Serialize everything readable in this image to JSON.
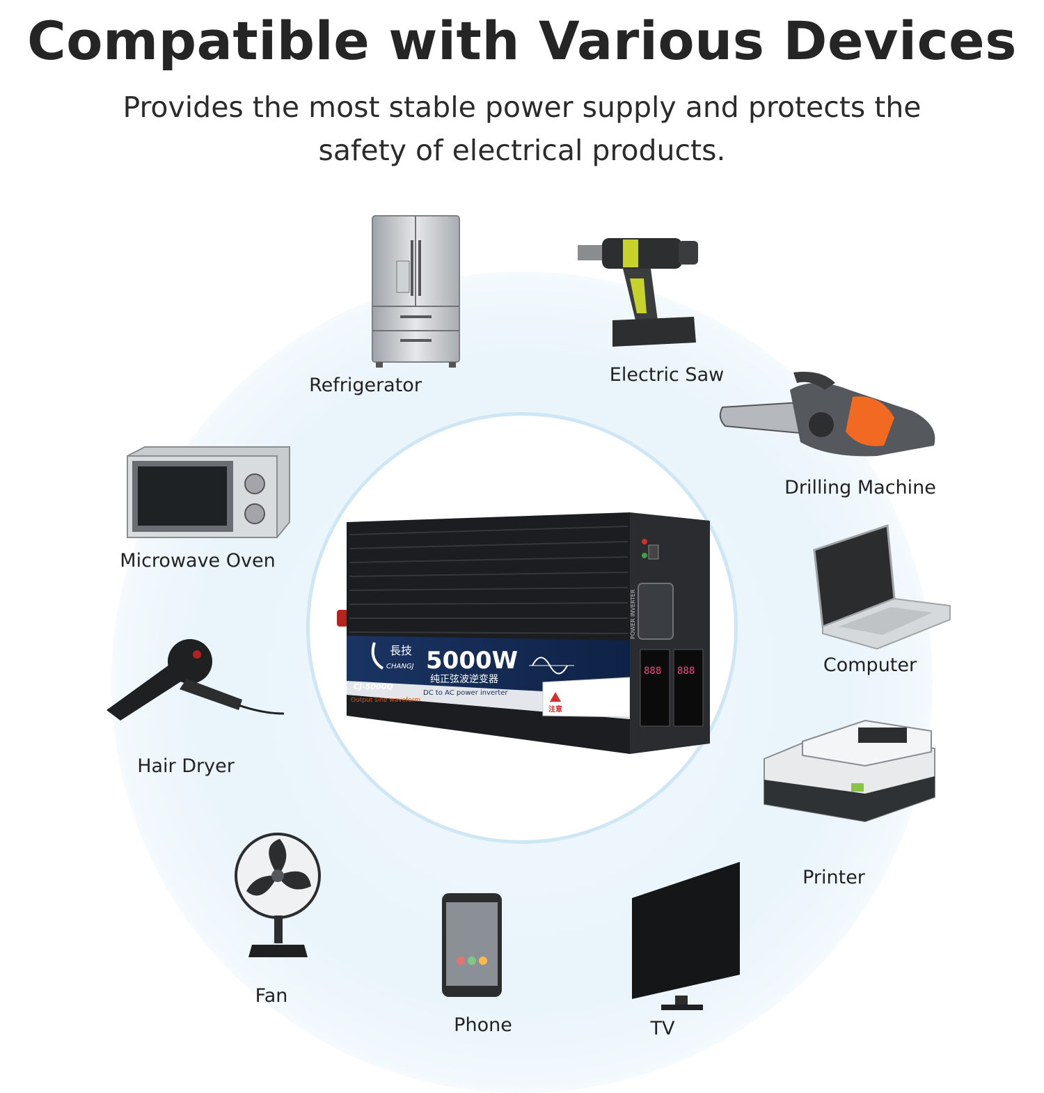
{
  "header": {
    "title": "Compatible with Various Devices",
    "subtitle_line1": "Provides the most stable power supply and protects the",
    "subtitle_line2": "safety of electrical products."
  },
  "devices": {
    "refrigerator": "Refrigerator",
    "electric_saw": "Electric Saw",
    "drilling_machine": "Drilling Machine",
    "microwave_oven": "Microwave Oven",
    "computer": "Computer",
    "hair_dryer": "Hair Dryer",
    "printer": "Printer",
    "fan": "Fan",
    "phone": "Phone",
    "tv": "TV"
  },
  "inverter": {
    "brand_cn": "長技",
    "brand_en": "CHANGJ",
    "power": "5000W",
    "name_cn": "纯正弦波逆变器",
    "model": "CJ-5000Q",
    "dc_ac": "DC to AC  power inverter",
    "waveform": "Output sine waveform",
    "warning_cn": "注意",
    "side_label": "POWER INVERTER",
    "display_left": "888",
    "display_right": "888"
  }
}
